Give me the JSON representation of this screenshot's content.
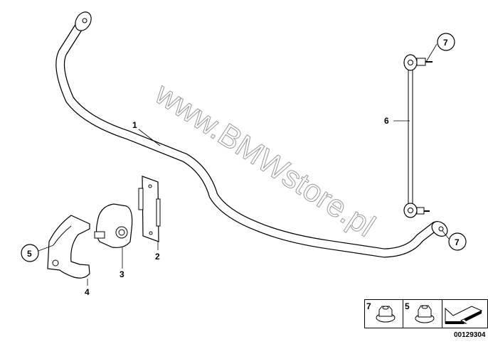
{
  "diagram": {
    "watermark": "www.BMWstore.pl",
    "labels": {
      "stabilizer": "1",
      "bracket_plate": "2",
      "rubber_mounting": "3",
      "holder": "4",
      "nut_holder": "5",
      "link": "6",
      "nut_link_top": "7",
      "nut_link_bottom": "7"
    },
    "legend": {
      "items": [
        {
          "number": "7",
          "part": "hex-nut-flanged"
        },
        {
          "number": "5",
          "part": "hex-nut-flanged"
        }
      ],
      "direction_icon": "arrow-icon"
    },
    "image_code": "00129304"
  }
}
